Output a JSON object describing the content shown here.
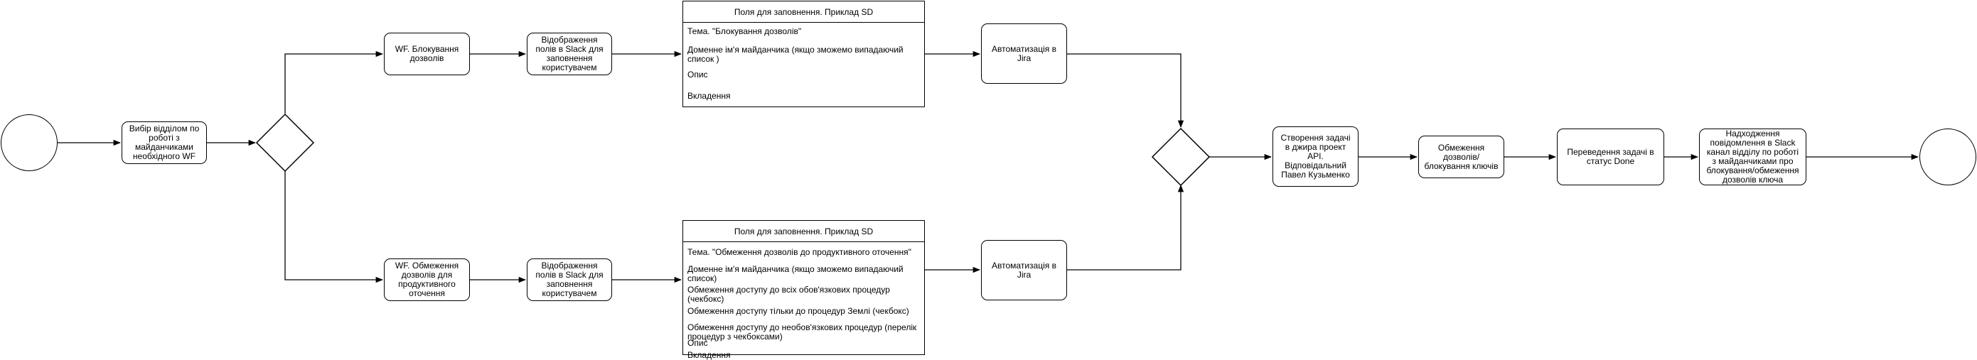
{
  "diagram": {
    "select_wf": "Вибір відділом по роботі з майданчиками необхідного WF",
    "wf_block": "WF. Блокування дозволів",
    "wf_restrict": "WF. Обмеження дозволів для продуктивного оточення",
    "slack_display_1": "Відображення полів в Slack для заповнення користувачем",
    "slack_display_2": "Відображення полів в Slack для заповнення користувачем",
    "jira_automation_1": "Автоматизація в Jira",
    "jira_automation_2": "Автоматизація в Jira",
    "create_task": "Створення задачі в джира проект API. Відповідальний Павел Кузьменко",
    "restrict_keys": "Обмеження дозволів/блокування ключів",
    "status_done": "Переведення задачі в статус Done",
    "slack_notify": "Надходження повідомлення в Slack канал  відділу по роботі з майданчиками про блокування/обмеження дозволів ключа"
  },
  "form_block": {
    "title": "Поля для заповнення. Приклад SD",
    "fields": [
      "Тема. \"Блокування дозволів\"",
      "Доменне ім'я майданчика (якщо зможемо випадаючий список )",
      "Опис",
      "Вкладення"
    ]
  },
  "form_restrict": {
    "title": "Поля для заповнення. Приклад SD",
    "fields": [
      "Тема. \"Обмеження дозволів до продуктивного оточення\"",
      "Доменне ім'я майданчика (якщо зможемо випадаючий список)",
      "Обмеження доступу до всіх обов'язкових процедур (чекбокс)",
      "Обмеження доступу тільки до процедур Землі (чекбокс)",
      "Обмеження доступу до необов'язкових процедур (перелік процедур з чекбоксами)",
      "Опис",
      "Вкладення"
    ]
  }
}
